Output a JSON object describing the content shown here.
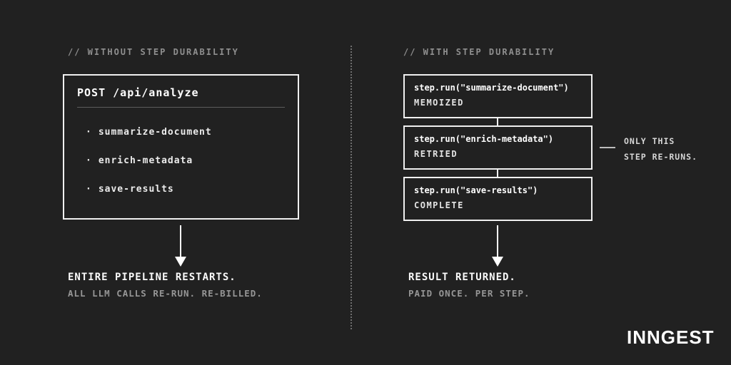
{
  "theme": {
    "background": "#212121",
    "text_primary": "#f5f5f5",
    "text_secondary": "#8f8f8f",
    "box_border": "#f0f0f0"
  },
  "left_panel": {
    "header": "// WITHOUT STEP DURABILITY",
    "request_box": {
      "title": "POST /api/analyze",
      "bullet": "·",
      "items": [
        "summarize-document",
        "enrich-metadata",
        "save-results"
      ]
    },
    "result_title": "ENTIRE PIPELINE RESTARTS.",
    "result_subtitle": "ALL LLM CALLS RE-RUN. RE-BILLED."
  },
  "right_panel": {
    "header": "// WITH STEP DURABILITY",
    "steps": [
      {
        "code": "step.run(\"summarize-document\")",
        "status": "MEMOIZED"
      },
      {
        "code": "step.run(\"enrich-metadata\")",
        "status": "RETRIED"
      },
      {
        "code": "step.run(\"save-results\")",
        "status": "COMPLETE"
      }
    ],
    "annotation": {
      "line1": "ONLY THIS",
      "line2": "STEP RE-RUNS."
    },
    "result_title": "RESULT RETURNED.",
    "result_subtitle": "PAID ONCE. PER STEP."
  },
  "logo": "INNGEST"
}
